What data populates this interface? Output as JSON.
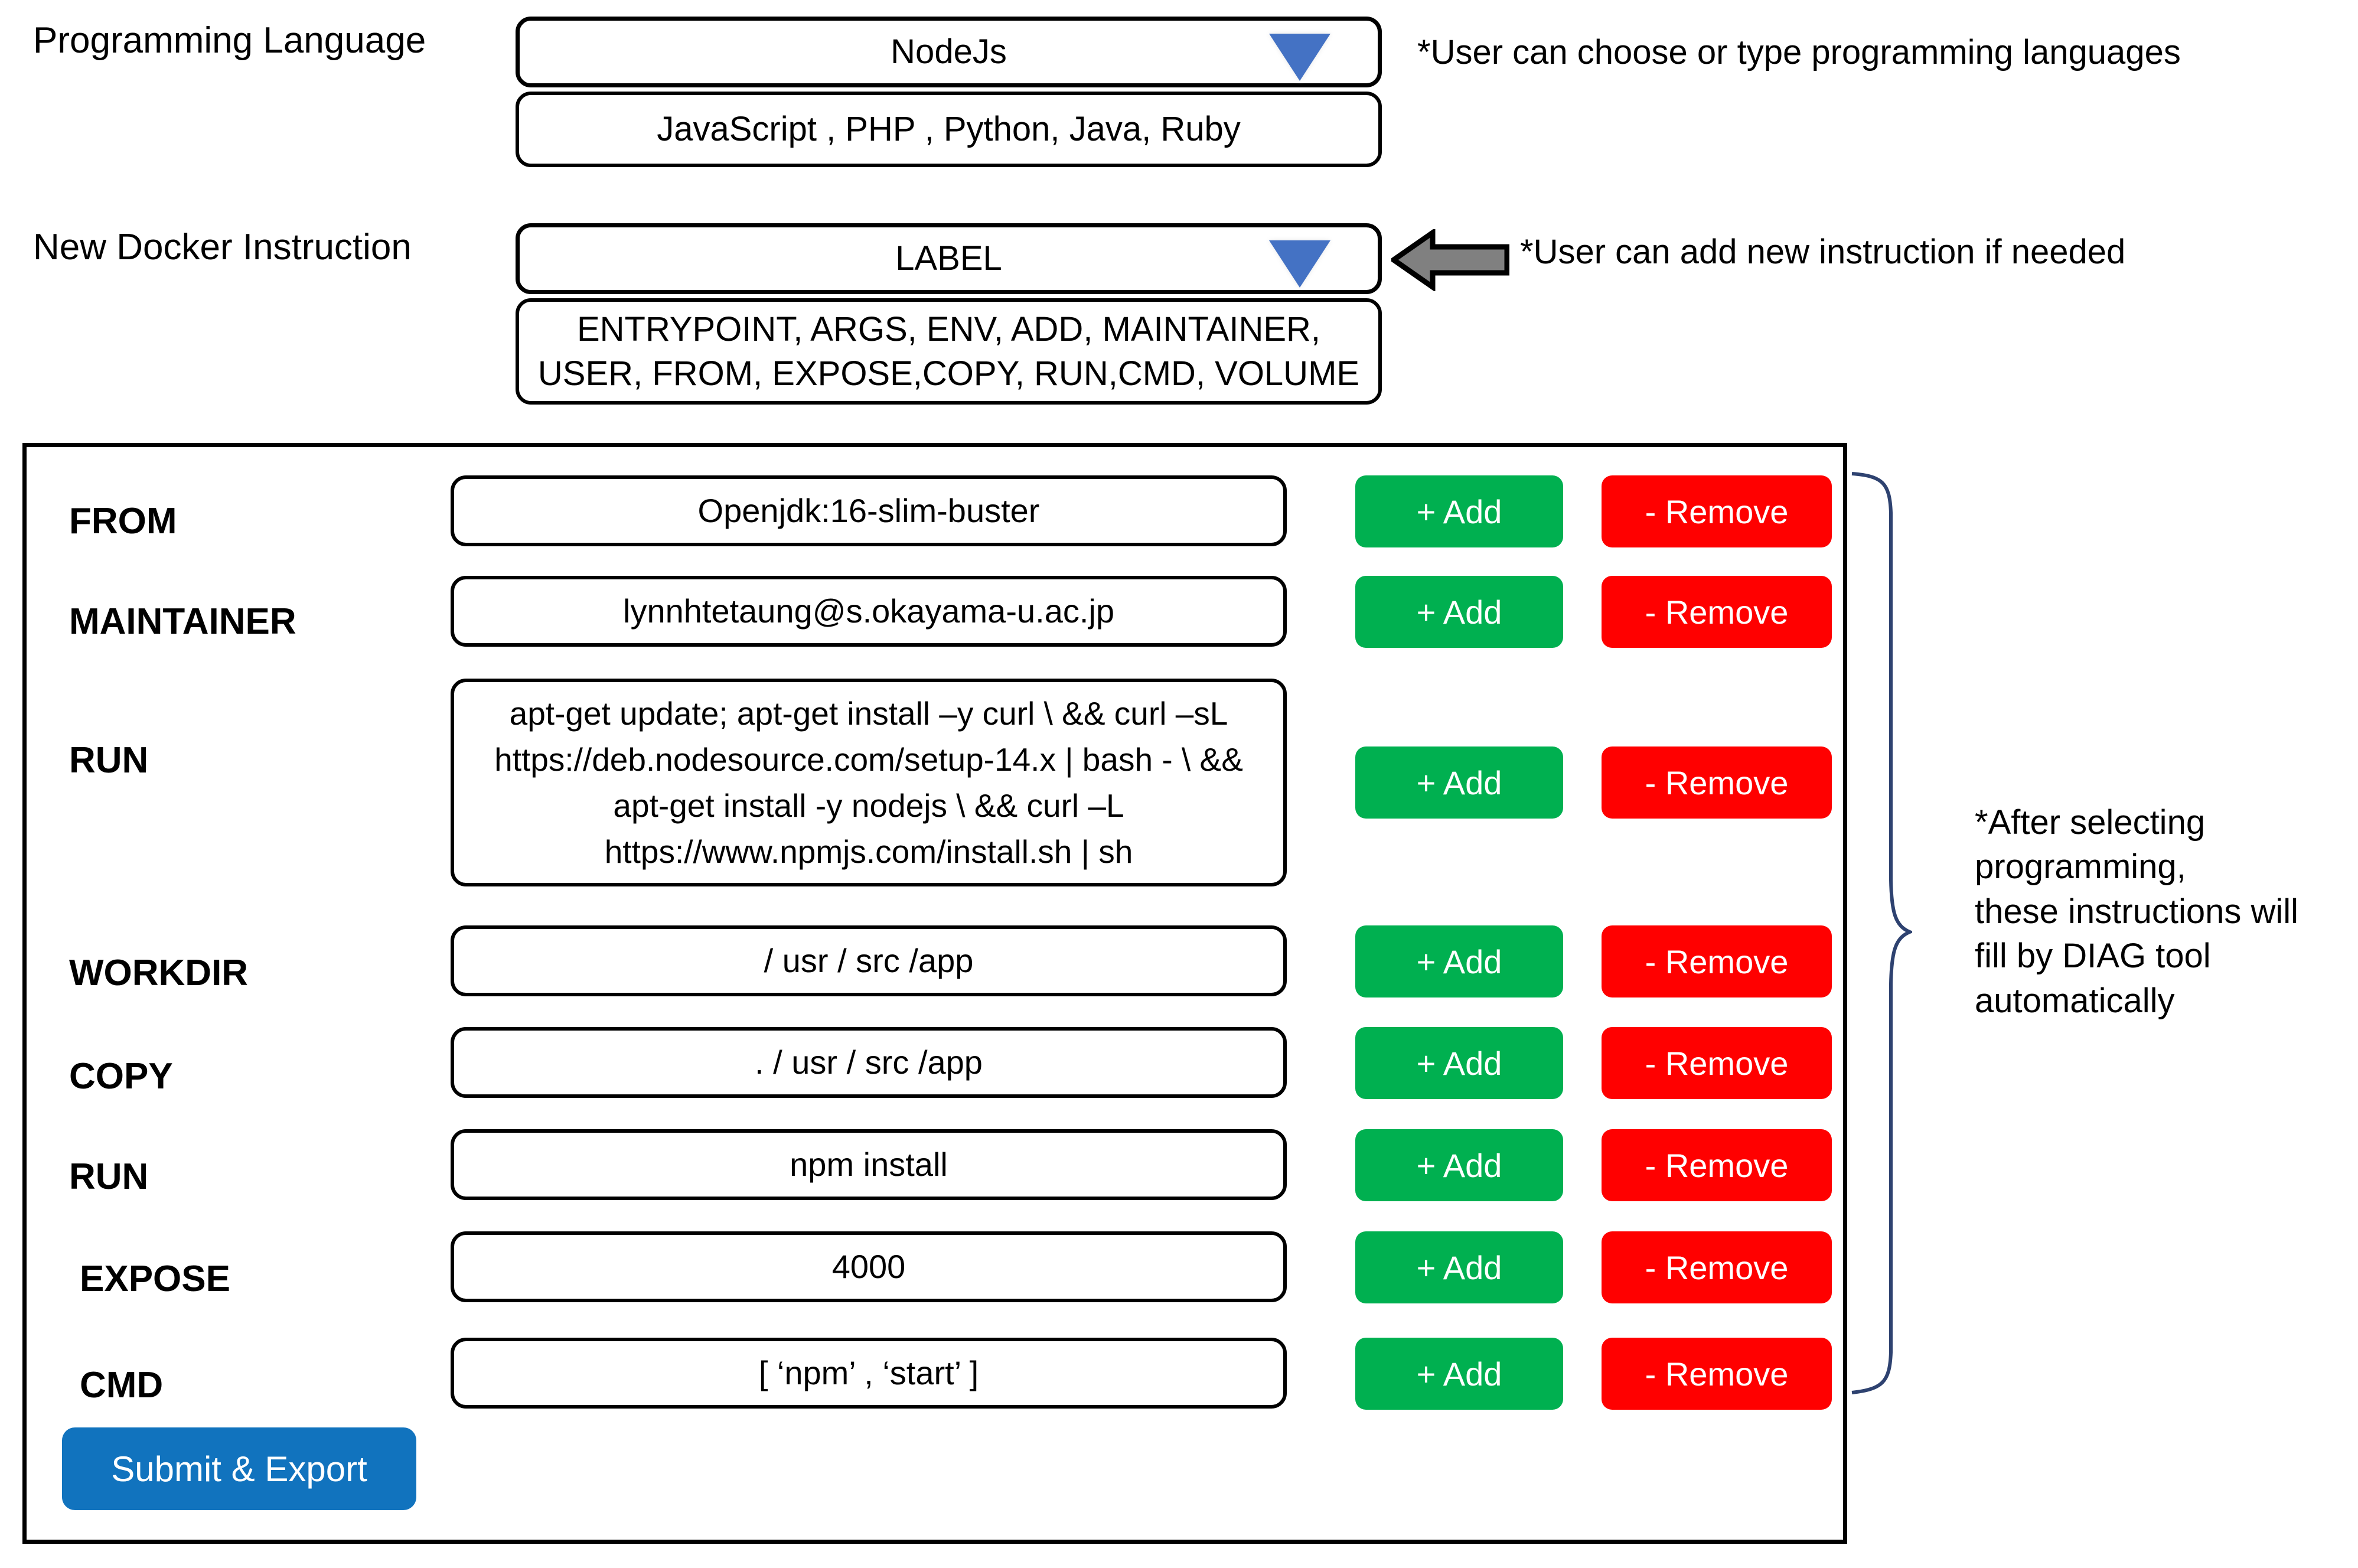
{
  "top_section": {
    "language_row": {
      "label": "Programming Language",
      "selected_value": "NodeJs",
      "dropdown_icon": "chevron-down-icon",
      "options_text": "JavaScript , PHP , Python, Java, Ruby",
      "options": [
        "JavaScript",
        "PHP",
        "Python",
        "Java",
        "Ruby"
      ],
      "note": "*User can choose or type programming languages"
    },
    "instruction_row": {
      "label": "New Docker Instruction",
      "selected_value": "LABEL",
      "dropdown_icon": "chevron-down-icon",
      "options_line1": "ENTRYPOINT, ARGS, ENV, ADD, MAINTAINER,",
      "options_line2": "USER, FROM, EXPOSE,COPY, RUN,CMD, VOLUME",
      "options": [
        "ENTRYPOINT",
        "ARGS",
        "ENV",
        "ADD",
        "MAINTAINER",
        "USER",
        "FROM",
        "EXPOSE",
        "COPY",
        "RUN",
        "CMD",
        "VOLUME"
      ],
      "arrow_icon": "arrow-left-icon",
      "note": "*User can add new instruction if needed"
    }
  },
  "form": {
    "add_label": "+ Add",
    "remove_label": "- Remove",
    "submit_label": "Submit & Export",
    "rows": [
      {
        "instruction": "FROM",
        "value": "Openjdk:16-slim-buster"
      },
      {
        "instruction": "MAINTAINER",
        "value": "lynnhtetaung@s.okayama-u.ac.jp"
      },
      {
        "instruction": "RUN",
        "value": "apt-get update; apt-get install –y curl \\ && curl –sL https://deb.nodesource.com/setup-14.x | bash - \\ && apt-get install -y nodejs \\ && curl –L https://www.npmjs.com/install.sh | sh"
      },
      {
        "instruction": "WORKDIR",
        "value": "/ usr / src /app"
      },
      {
        "instruction": "COPY",
        "value": ". / usr / src /app"
      },
      {
        "instruction": "RUN",
        "value": "npm install"
      },
      {
        "instruction": "EXPOSE",
        "value": "4000"
      },
      {
        "instruction": "CMD",
        "value": "[ ‘npm’ , ‘start’ ]"
      }
    ]
  },
  "brace_note": {
    "text": "*After selecting\nprogramming,\nthese instructions will\nfill by DIAG tool\nautomatically",
    "brace_icon": "right-curly-brace"
  },
  "colors": {
    "add_green": "#00B050",
    "remove_red": "#FF0000",
    "submit_blue": "#1173BE",
    "dropdown_blue": "#4472C4",
    "arrow_grey": "#808080",
    "brace_navy": "#2E4270",
    "outline_black": "#000000"
  }
}
